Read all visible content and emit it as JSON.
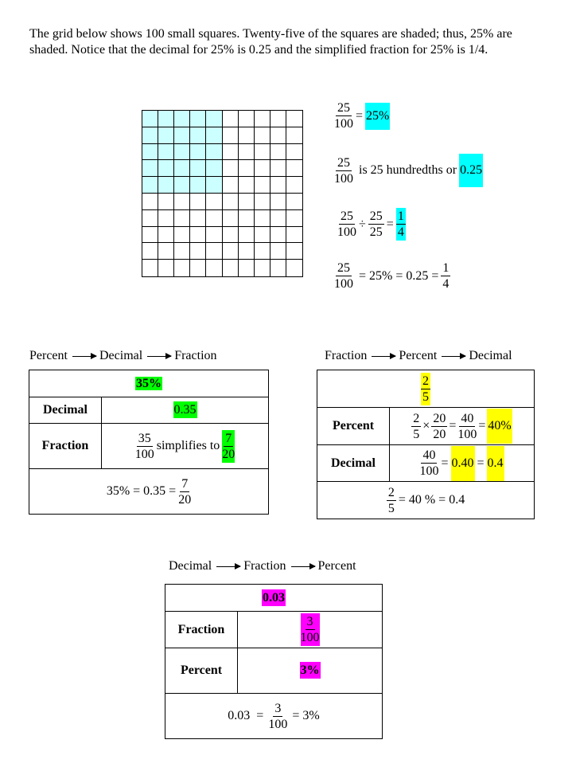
{
  "intro": "The grid below shows 100 small squares.  Twenty-five of the squares are shaded; thus, 25% are shaded.  Notice that the decimal for 25% is 0.25 and the simplified fraction for 25% is 1/4.",
  "grid": {
    "rows": 10,
    "cols": 10,
    "shaded_rows": 5,
    "shaded_cols": 5,
    "shade_color": "#ccffff"
  },
  "colors": {
    "cyan": "#00ffff",
    "green": "#00ff00",
    "yellow": "#ffff00",
    "magenta": "#ff00ff"
  },
  "eq": {
    "e1": {
      "n": "25",
      "d": "100",
      "eq": "=",
      "r": "25%"
    },
    "e2": {
      "n": "25",
      "d": "100",
      "text": "is 25 hundredths or",
      "r": "0.25"
    },
    "e3": {
      "n1": "25",
      "d1": "100",
      "op": "÷",
      "n2": "25",
      "d2": "25",
      "eq": "=",
      "rn": "1",
      "rd": "4"
    },
    "e4": {
      "n": "25",
      "d": "100",
      "text": "= 25% = 0.25 =",
      "rn": "1",
      "rd": "4"
    }
  },
  "t1": {
    "heading": [
      "Percent",
      "Decimal",
      "Fraction"
    ],
    "top": "35%",
    "decimal_label": "Decimal",
    "decimal_value": "0.35",
    "fraction_label": "Fraction",
    "frac_n": "35",
    "frac_d": "100",
    "simplifies": "simplifies to",
    "simp_n": "7",
    "simp_d": "20",
    "bottom_text": "35% = 0.35 =",
    "bottom_n": "7",
    "bottom_d": "20"
  },
  "t2": {
    "heading": [
      "Fraction",
      "Percent",
      "Decimal"
    ],
    "top_n": "2",
    "top_d": "5",
    "percent_label": "Percent",
    "p_n1": "2",
    "p_d1": "5",
    "times": "×",
    "p_n2": "20",
    "p_d2": "20",
    "eq": "=",
    "p_n3": "40",
    "p_d3": "100",
    "p_result": "40%",
    "decimal_label": "Decimal",
    "d_n": "40",
    "d_d": "100",
    "d_mid": "0.40",
    "d_result": "0.4",
    "bottom_n": "2",
    "bottom_d": "5",
    "bottom_text": "= 40 % = 0.4"
  },
  "t3": {
    "heading": [
      "Decimal",
      "Fraction",
      "Percent"
    ],
    "top": "0.03",
    "fraction_label": "Fraction",
    "f_n": "3",
    "f_d": "100",
    "percent_label": "Percent",
    "percent_value": "3%",
    "bottom_left": "0.03  =",
    "bottom_n": "3",
    "bottom_d": "100",
    "bottom_right": "= 3%"
  }
}
